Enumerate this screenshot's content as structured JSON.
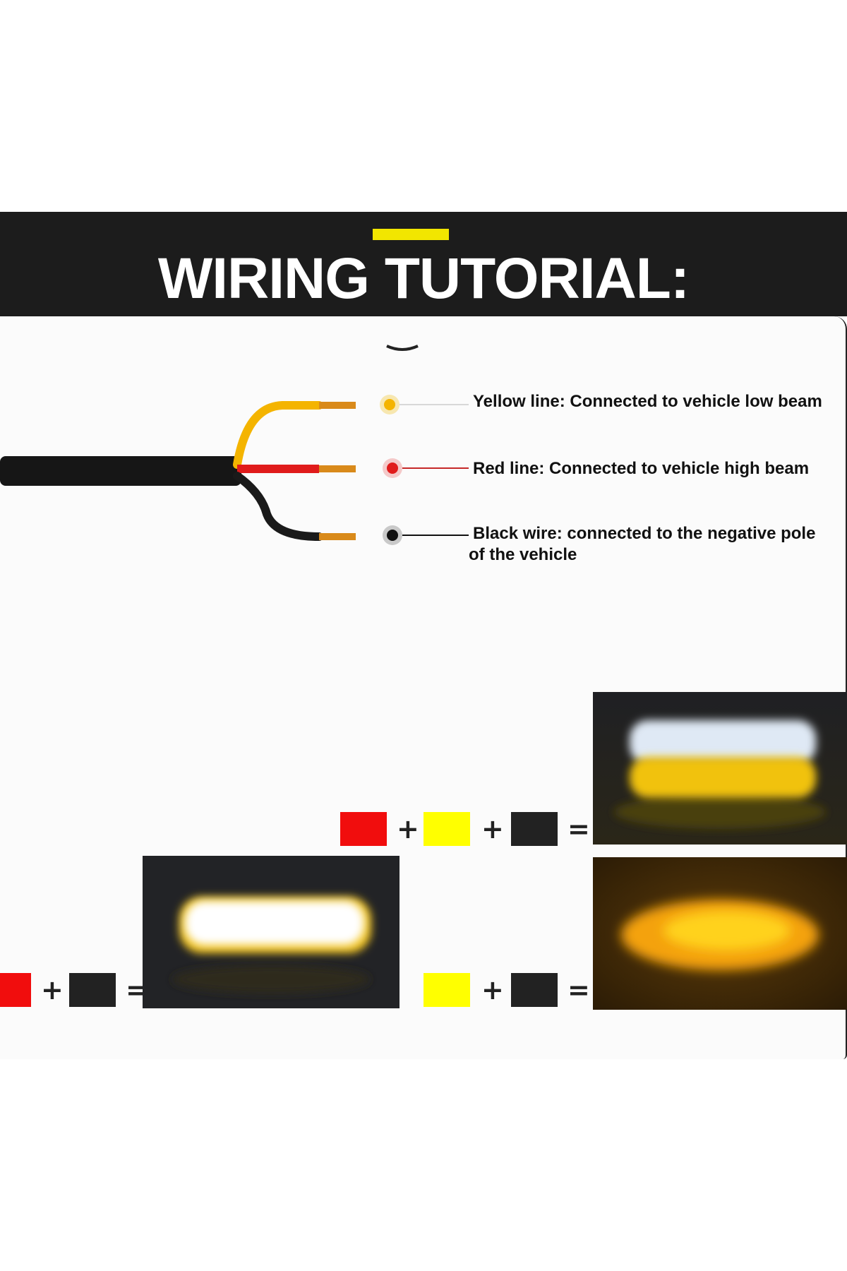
{
  "banner": {
    "title": "WIRING TUTORIAL:"
  },
  "wires": [
    {
      "name": "yellow",
      "color": "#f4b400",
      "label_lines": [
        "Yellow line: Connected to vehicle low beam"
      ]
    },
    {
      "name": "red",
      "color": "#e01b1b",
      "label_lines": [
        "Red line: Connected to vehicle high beam"
      ]
    },
    {
      "name": "black",
      "color": "#111111",
      "label_lines": [
        "Black wire: connected to the negative pole",
        "of the vehicle"
      ]
    }
  ],
  "combinations": [
    {
      "inputs": [
        "red",
        "yellow",
        "black"
      ],
      "operators": [
        "+",
        "+",
        "="
      ],
      "result": "white-over-yellow-light"
    },
    {
      "inputs": [
        "red",
        "black"
      ],
      "operators": [
        "+",
        "="
      ],
      "result": "white-light"
    },
    {
      "inputs": [
        "yellow",
        "black"
      ],
      "operators": [
        "+",
        "="
      ],
      "result": "amber-light"
    }
  ],
  "colors": {
    "banner_bg": "#1c1c1c",
    "accent_yellow": "#f2e600",
    "swatch_red": "#f10d0d",
    "swatch_yellow": "#ffff00",
    "swatch_black": "#222222",
    "copper": "#d98a1a"
  }
}
